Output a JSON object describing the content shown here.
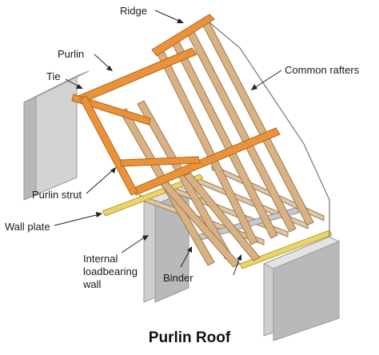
{
  "title": "Purlin Roof",
  "labels": {
    "ridge": "Ridge",
    "purlin": "Purlin",
    "tie": "Tie",
    "common_rafters": "Common rafters",
    "purlin_strut": "Purlin strut",
    "wall_plate": "Wall plate",
    "internal_wall_line1": "Internal",
    "internal_wall_line2": "loadbearing",
    "internal_wall_line3": "wall",
    "binder": "Binder"
  },
  "colors": {
    "timber_orange": "#e8923a",
    "timber_edge": "#b9651d",
    "common_rafter": "#d9b283",
    "common_rafter_edge": "#9c7a55",
    "wall_face": "#d3d3d3",
    "wall_top": "#e6e6e6",
    "wall_side": "#b5b5b5",
    "wall_plate": "#e9d36a",
    "binder": "#c8c8c8"
  }
}
